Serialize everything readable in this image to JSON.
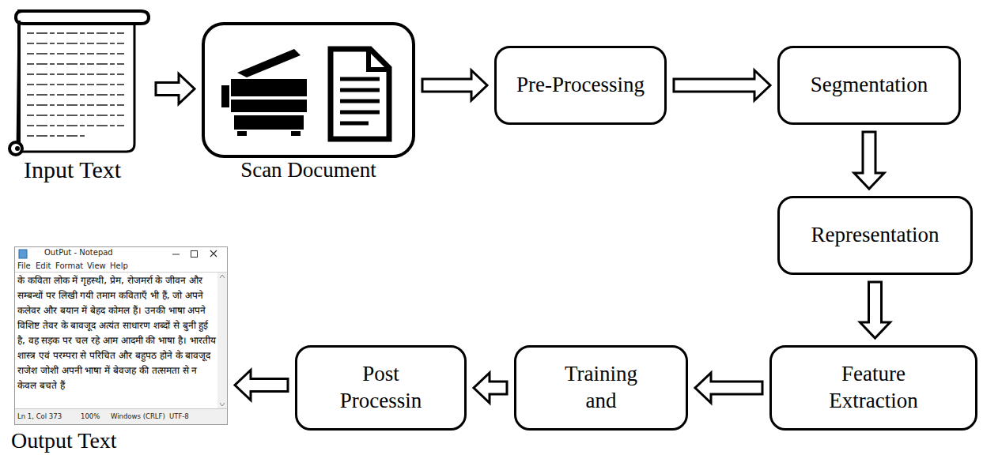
{
  "diagram": {
    "nodes": [
      {
        "text": [
          "Input Text"
        ]
      },
      {
        "text": [
          "Scan Document"
        ]
      },
      {
        "text": [
          "Pre-Processing"
        ]
      },
      {
        "text": [
          "Segmentation"
        ]
      },
      {
        "text": [
          "Representation"
        ]
      },
      {
        "text": [
          "Feature Extraction"
        ]
      },
      {
        "text": [
          "Training and"
        ]
      },
      {
        "text": [
          "Post Processin"
        ]
      },
      {
        "text": [
          "OutPut - Notepad",
          "File",
          "Edit",
          "Format",
          "View",
          "Help",
          "के कविता लोक में गृहस्थी, प्रेम, रोजमर्रा के जीवन और सम्बन्धों पर लिखी गयी तमाम कविताएँ भी हैं, जो अपने कलेवर और बयान में बेहद कोमल हैं। उनकी भाषा अपने विशिष्ट तेवर के बावजूद अत्यंत साधारण शब्दों से बुनी हुई है, वह सड़क पर चल रहे आम आदमी की भाषा है। भारतीय शास्त्र एवं परम्परा से परिचित और बहुपठ होने के बावजूद राजेश जोशी अपनी भाषा में बेवजह की तत्समता से न केवल बचते हैं",
          "Ln 1, Col 373",
          "100%",
          "Windows (CRLF)",
          "UTF-8",
          "Output Text"
        ]
      }
    ],
    "edges": [
      {
        "from": 0,
        "to": 1,
        "arrow": "to"
      },
      {
        "from": 1,
        "to": 2,
        "arrow": "to"
      },
      {
        "from": 2,
        "to": 3,
        "arrow": "to"
      },
      {
        "from": 3,
        "to": 4,
        "arrow": "to"
      },
      {
        "from": 4,
        "to": 5,
        "arrow": "to"
      },
      {
        "from": 5,
        "to": 6,
        "arrow": "to"
      },
      {
        "from": 6,
        "to": 7,
        "arrow": "to"
      },
      {
        "from": 7,
        "to": 8,
        "arrow": "to"
      }
    ]
  }
}
